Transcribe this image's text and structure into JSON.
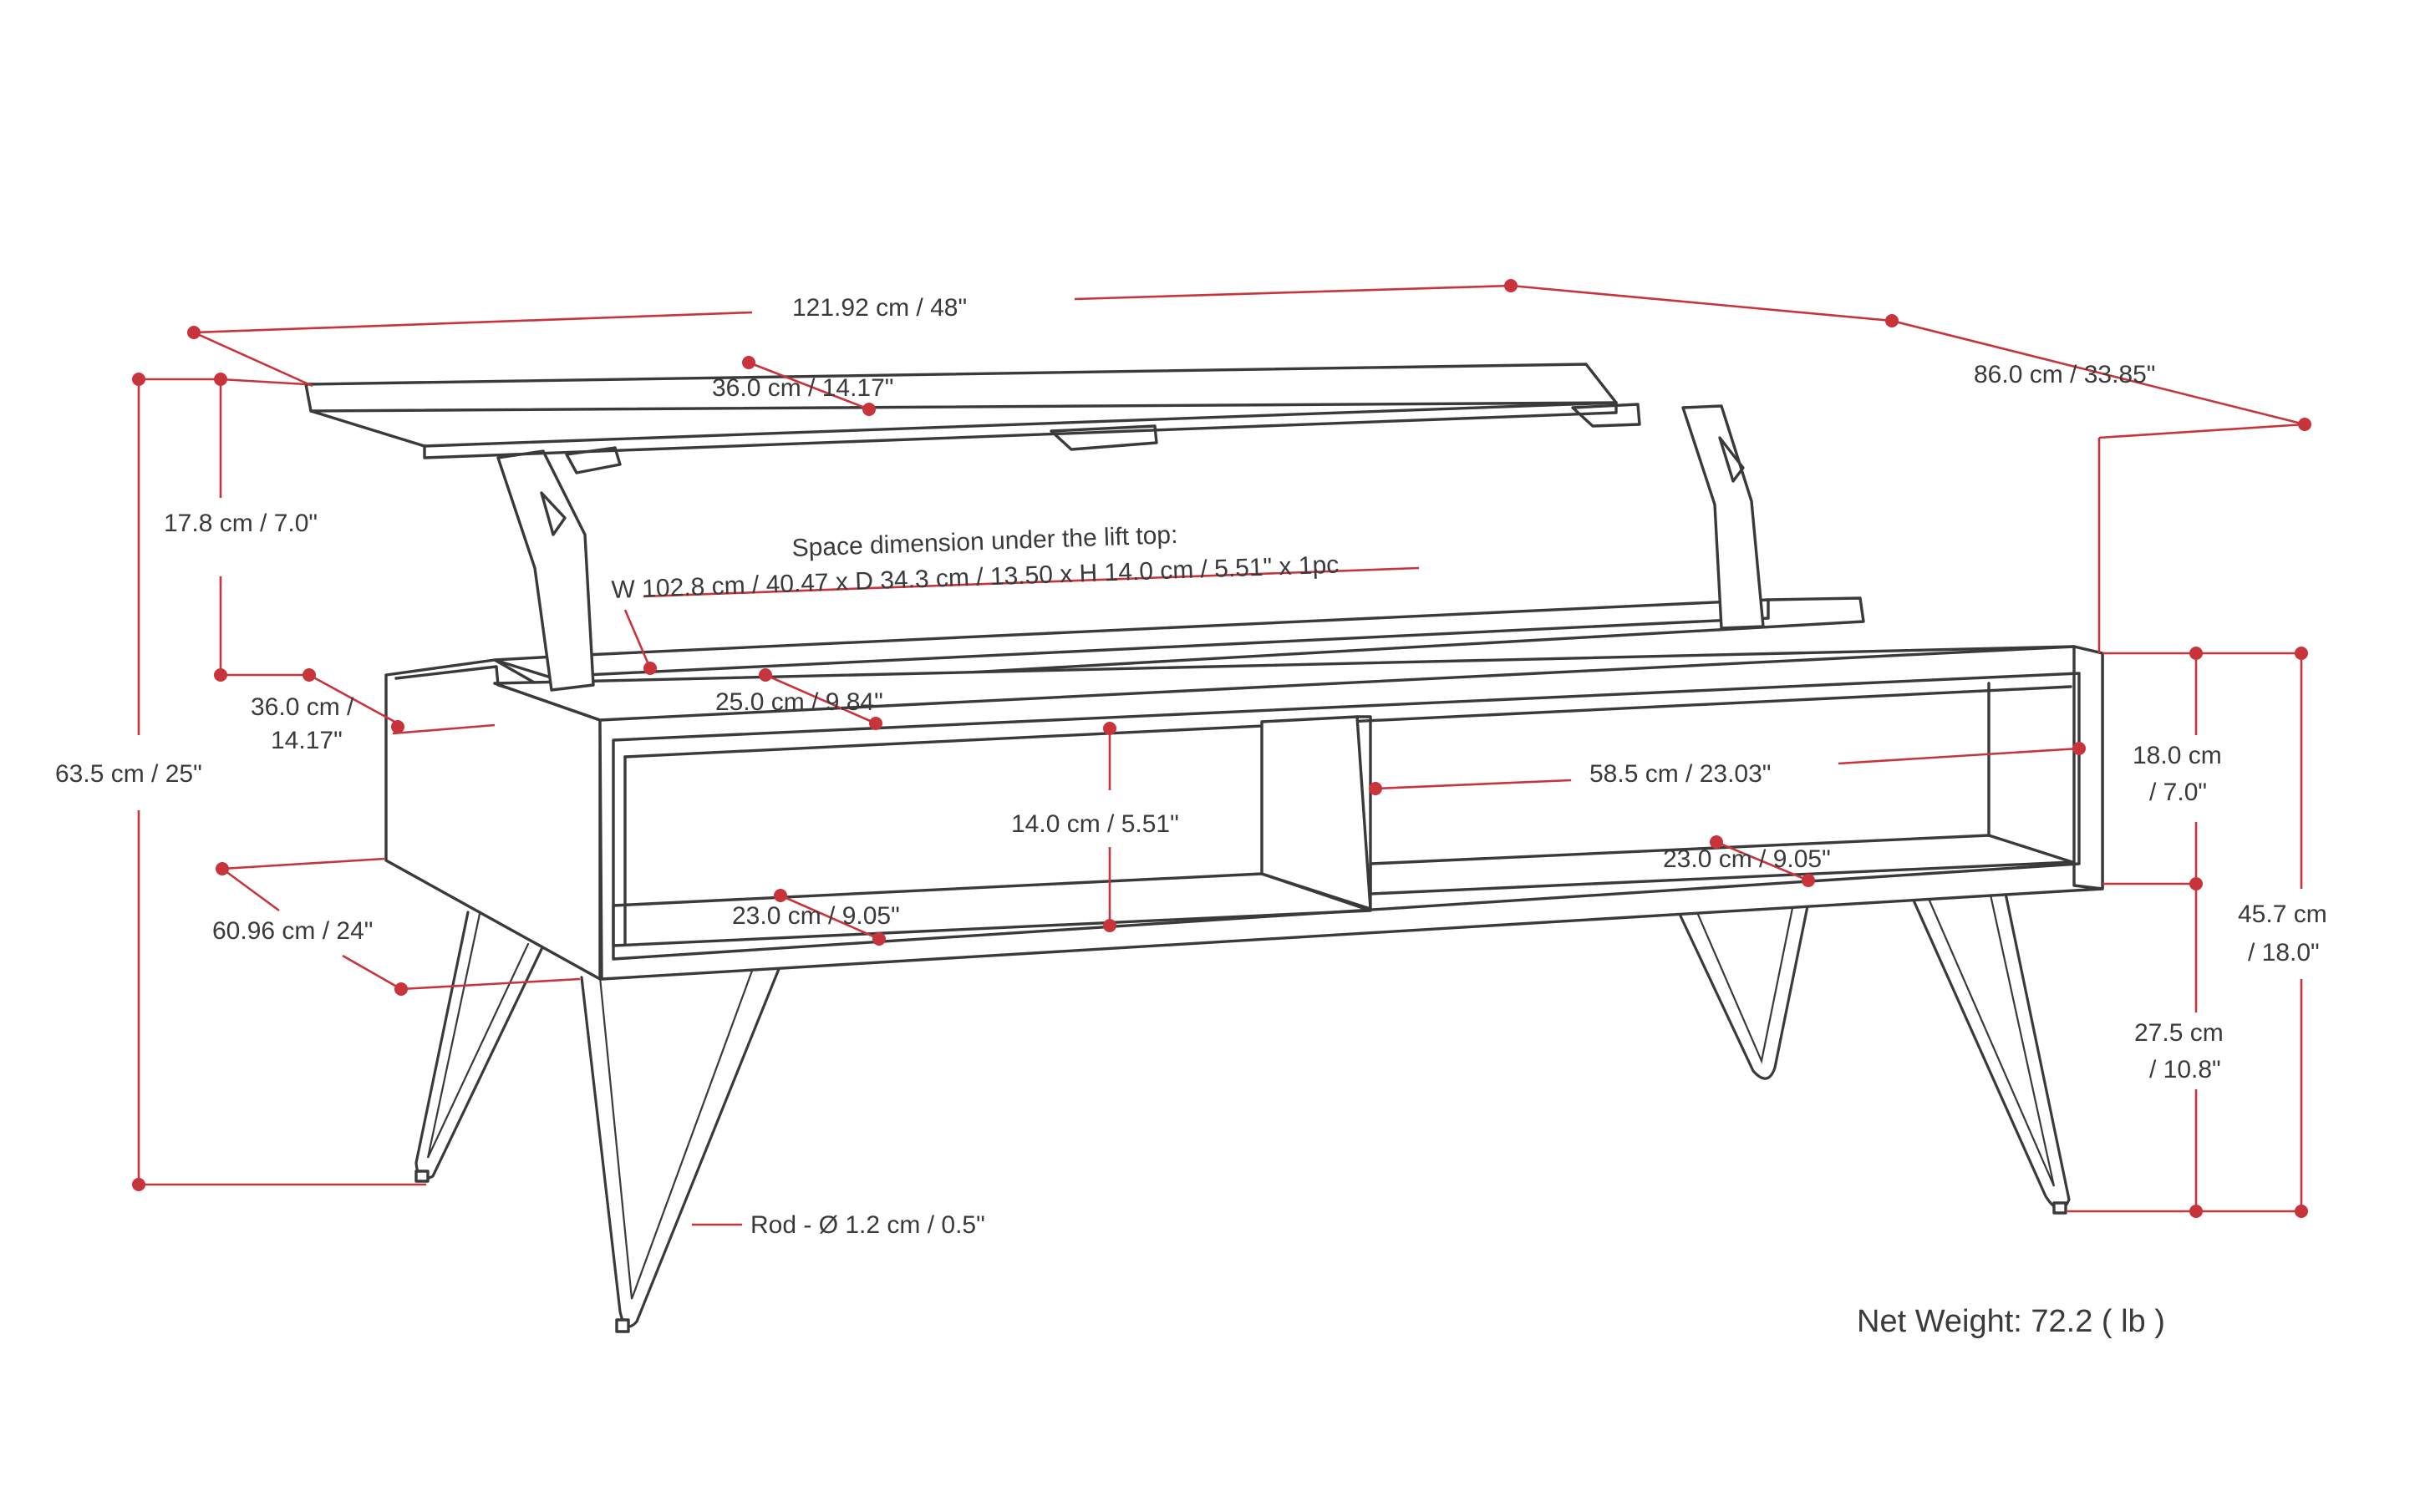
{
  "colors": {
    "dimension": "#c8343c",
    "outline": "#3a3a3a",
    "background": "#ffffff"
  },
  "dimensions": {
    "overall_width": "121.92 cm / 48\"",
    "overall_depth": "86.0 cm / 33.85\"",
    "lift_top_depth": "36.0 cm / 14.17\"",
    "lift_height": "17.8 cm / 7.0\"",
    "space_title": "Space dimension under the lift top:",
    "space_detail": "W 102.8 cm / 40.47 x D 34.3 cm / 13.50 x H 14.0 cm / 5.51\" x 1pc",
    "base_depth_line1": "36.0 cm /",
    "base_depth_line2": "14.17\"",
    "storage_depth": "25.0 cm / 9.84\"",
    "total_height": "63.5 cm / 25\"",
    "shelf_width": "58.5 cm / 23.03\"",
    "shelf_height": "14.0 cm / 5.51\"",
    "left_shelf_depth": "23.0 cm / 9.05\"",
    "right_shelf_depth": "23.0 cm / 9.05\"",
    "leg_spread": "60.96 cm / 24\"",
    "cabinet_height_line1": "18.0 cm",
    "cabinet_height_line2": "/ 7.0\"",
    "closed_height_line1": "45.7 cm",
    "closed_height_line2": "/ 18.0\"",
    "leg_height_line1": "27.5 cm",
    "leg_height_line2": "/ 10.8\"",
    "rod": "Rod - Ø 1.2 cm / 0.5\""
  },
  "net_weight": "Net Weight: 72.2 ( lb )"
}
